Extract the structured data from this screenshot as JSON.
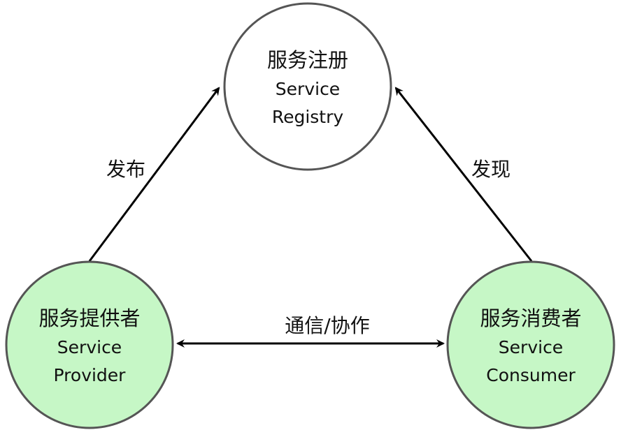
{
  "nodes": {
    "registry": {
      "title": "服务注册",
      "line1": "Service",
      "line2": "Registry",
      "fill": "#ffffff"
    },
    "provider": {
      "title": "服务提供者",
      "line1": "Service",
      "line2": "Provider",
      "fill": "#c6f7c6"
    },
    "consumer": {
      "title": "服务消费者",
      "line1": "Service",
      "line2": "Consumer",
      "fill": "#c6f7c6"
    }
  },
  "edges": {
    "publish": "发布",
    "discover": "发现",
    "communicate": "通信/协作"
  }
}
